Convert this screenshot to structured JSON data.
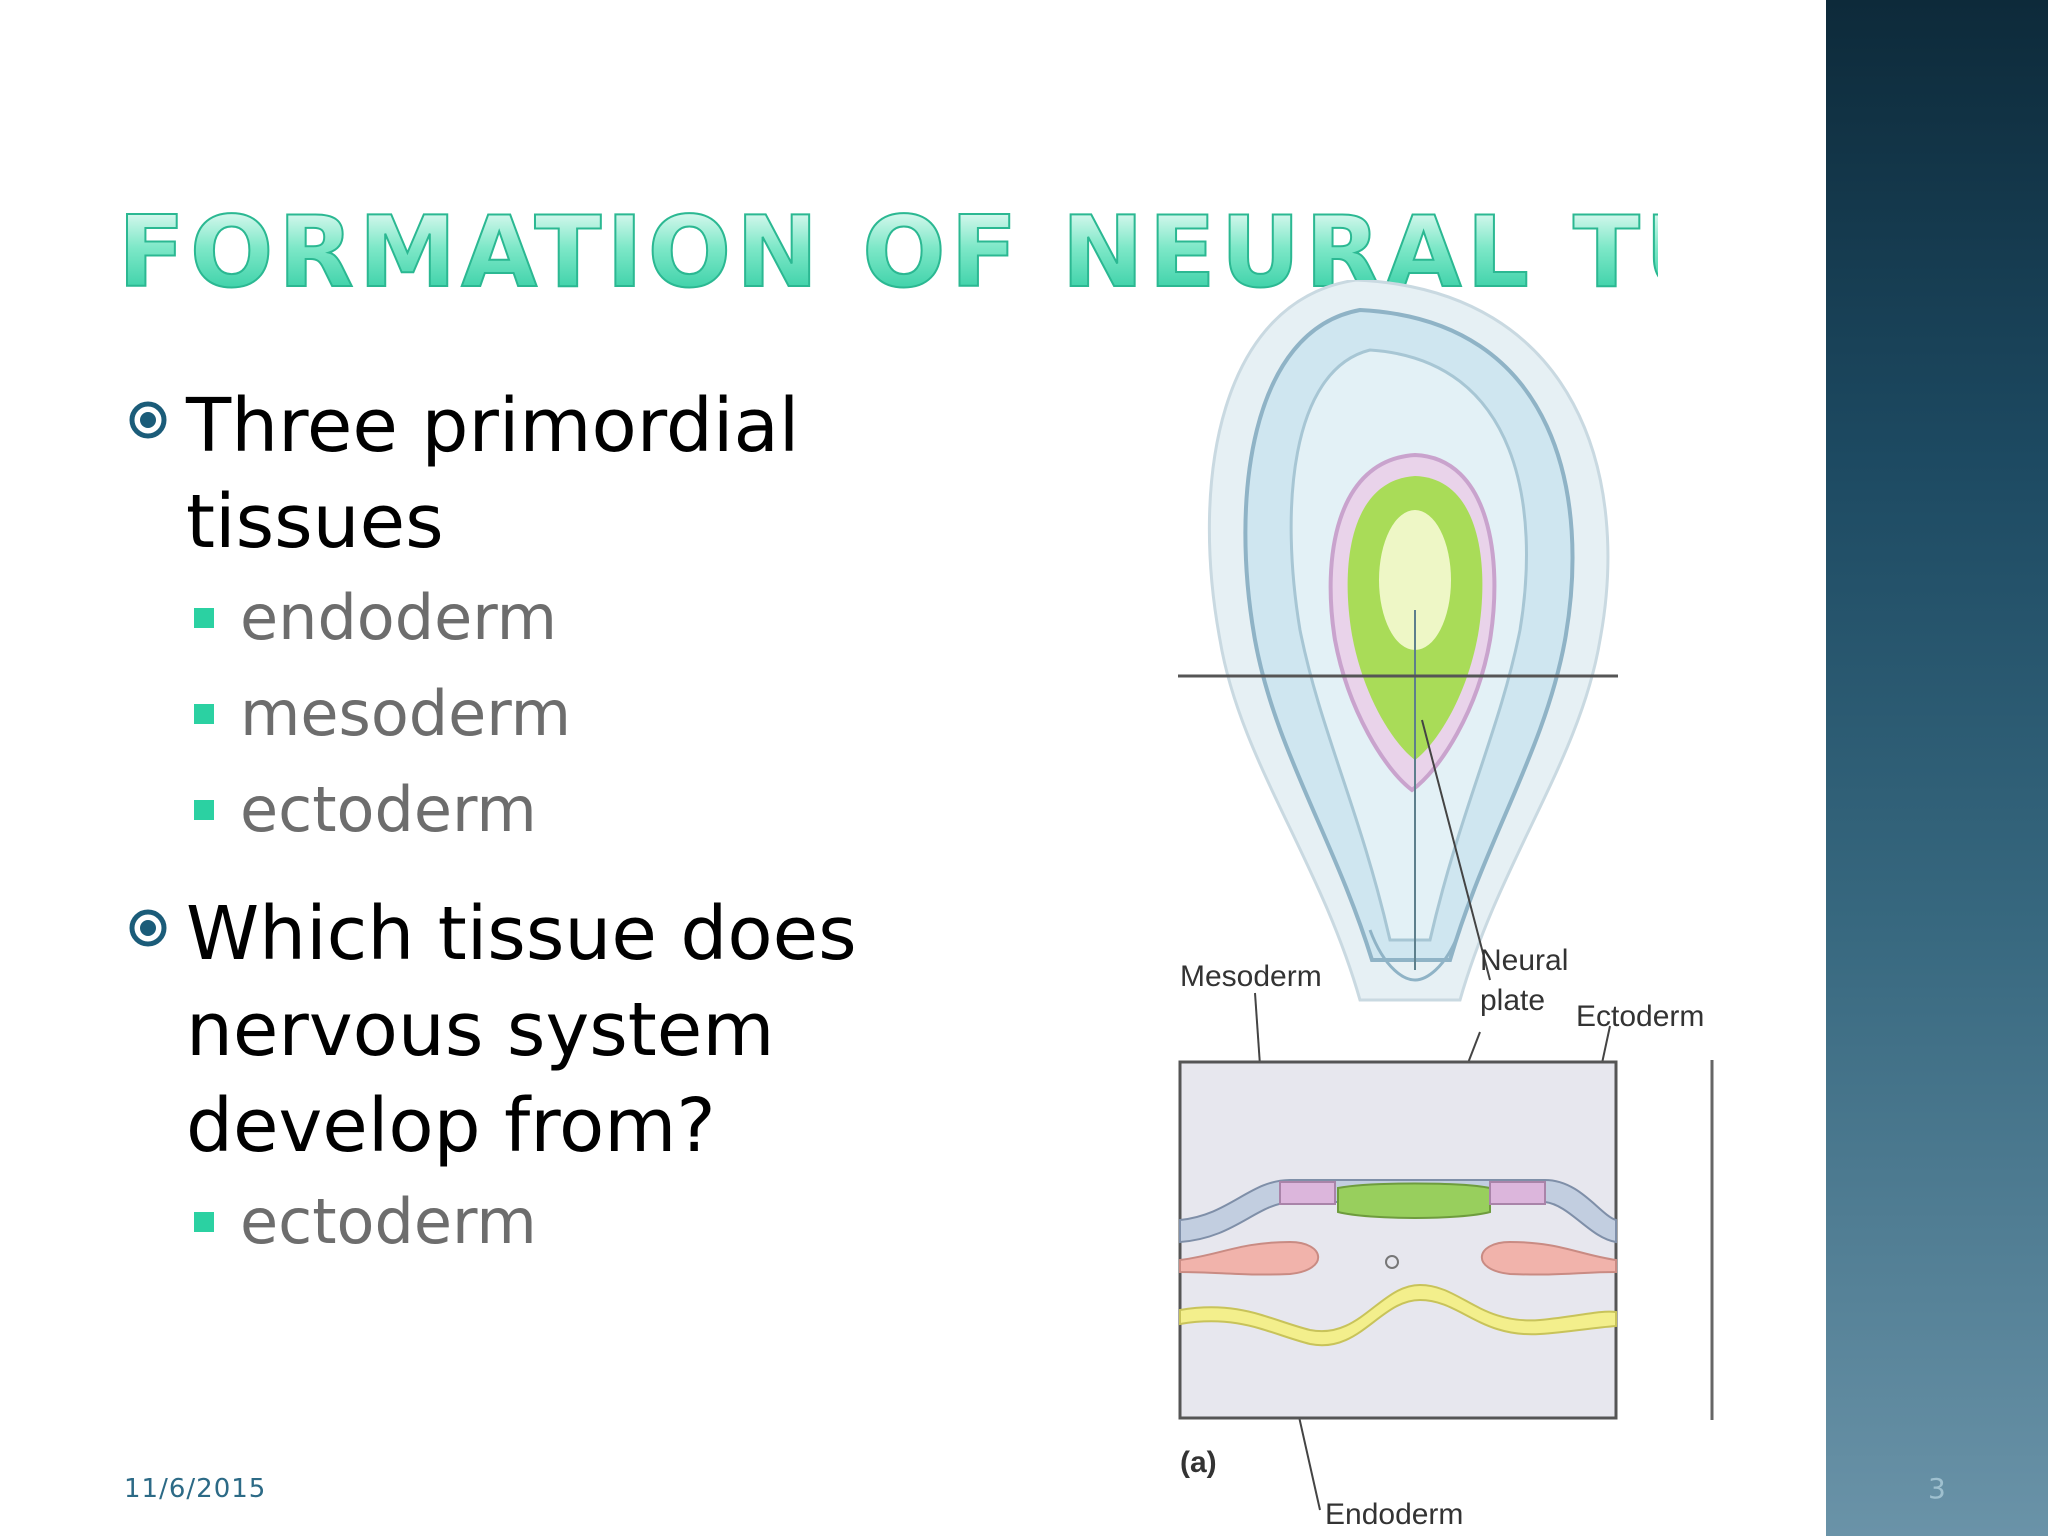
{
  "slide": {
    "title": "FORMATION OF NEURAL TUBE",
    "colors": {
      "accent": "#2bd1a2",
      "title_fill": "#2bd1a2",
      "side_panel": "#1d4a62"
    },
    "bullets": [
      {
        "text": "Three primordial tissues",
        "icon": "circle-bullet-icon",
        "sub": [
          "endoderm",
          "mesoderm",
          "ectoderm"
        ]
      },
      {
        "text": "Which tissue does nervous system develop from?",
        "icon": "circle-bullet-icon",
        "sub": [
          "ectoderm"
        ]
      }
    ],
    "footer": {
      "date": "11/6/2015",
      "page": "3"
    }
  },
  "figure": {
    "labels": {
      "mesoderm": "Mesoderm",
      "neural_plate_line1": "Neural",
      "neural_plate_line2": "plate",
      "ectoderm": "Ectoderm",
      "endoderm": "Endoderm",
      "panel": "(a)"
    }
  }
}
